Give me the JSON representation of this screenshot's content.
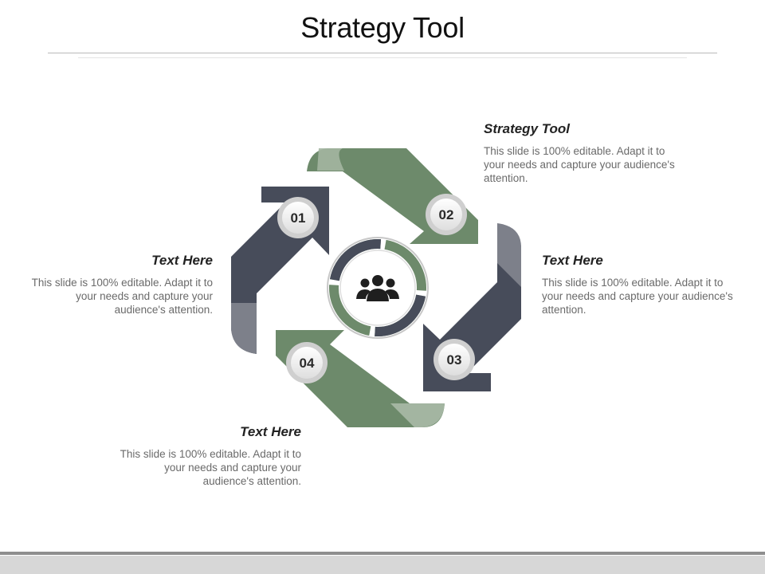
{
  "slide": {
    "title": "Strategy Tool"
  },
  "steps": [
    {
      "number": "01",
      "heading": "Text Here",
      "text": "This slide is 100% editable. Adapt it to your needs and capture your audience's attention."
    },
    {
      "number": "02",
      "heading": "Strategy Tool",
      "text": "This slide is 100% editable. Adapt it to your needs and capture your audience's attention."
    },
    {
      "number": "03",
      "heading": "Text Here",
      "text": "This slide is 100% editable. Adapt it to your needs and capture your audience's attention."
    },
    {
      "number": "04",
      "heading": "Text Here",
      "text": "This slide is 100% editable. Adapt it to your needs and capture your audience's attention."
    }
  ],
  "colors": {
    "green": "#6d8a6b",
    "green_shade": "#a3b5a1",
    "slate": "#474c5a",
    "slate_shade": "#7d808a",
    "badge_ring": "#cfcfcf"
  },
  "center_icon": "team-icon"
}
